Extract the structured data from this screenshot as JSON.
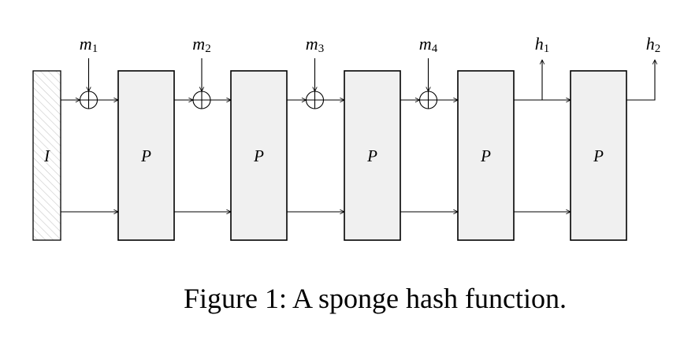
{
  "diagram": {
    "init_label": "I",
    "permutation_label": "P",
    "message_inputs": [
      {
        "var": "m",
        "sub": "1"
      },
      {
        "var": "m",
        "sub": "2"
      },
      {
        "var": "m",
        "sub": "3"
      },
      {
        "var": "m",
        "sub": "4"
      }
    ],
    "hash_outputs": [
      {
        "var": "h",
        "sub": "1"
      },
      {
        "var": "h",
        "sub": "2"
      }
    ],
    "permutation_count": 5,
    "colors": {
      "box_fill": "#f0f0f0",
      "stroke": "#000000",
      "hatch": "#c8c8c8"
    }
  },
  "caption": "Figure 1: A sponge hash function."
}
